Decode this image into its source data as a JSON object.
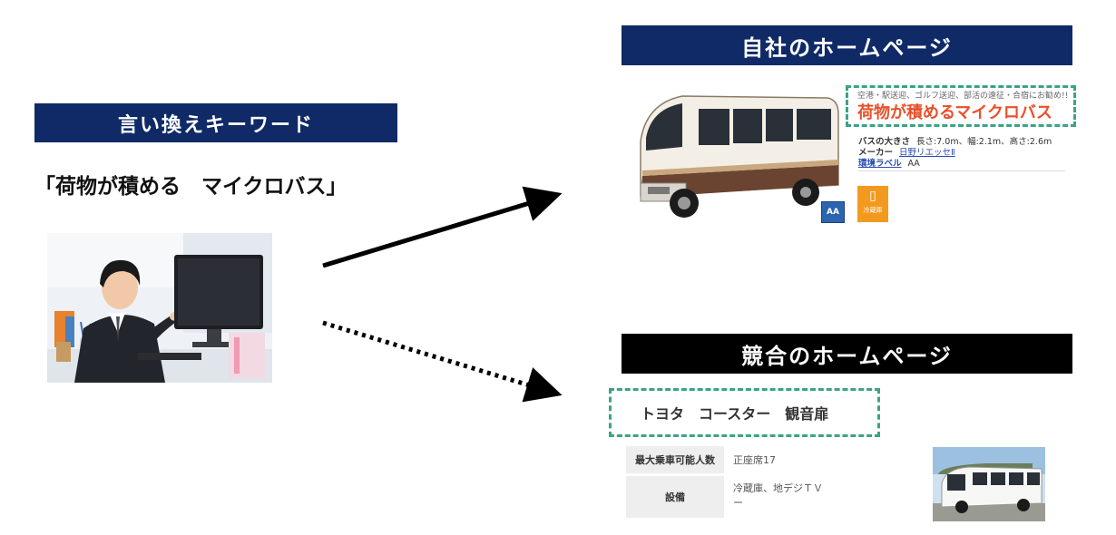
{
  "left": {
    "banner": "言い換えキーワード",
    "keyword": "「荷物が積める　マイクロバス」"
  },
  "own": {
    "banner": "自社のホームページ",
    "tagline": "空港・駅送迎、ゴルフ送迎、部活の遠征・合宿にお勧め!!",
    "headline": "荷物が積めるマイクロバス",
    "specs": [
      {
        "key": "バスの大きさ",
        "value": "長さ:7.0m、幅:2.1m、高さ:2.6m"
      },
      {
        "key": "メーカー",
        "value": "日野リエッセⅡ"
      },
      {
        "key": "環境ラベル",
        "value": "AA"
      }
    ],
    "aa_badge": "AA",
    "fridge_label": "冷蔵庫"
  },
  "competitor": {
    "banner": "競合のホームページ",
    "title": "トヨタ　コースター　観音扉",
    "table": [
      {
        "header": "最大乗車可能人数",
        "value": "正座席17"
      },
      {
        "header": "設備",
        "value": "冷蔵庫、地デジＴＶ"
      },
      {
        "header": "",
        "value": "ー"
      }
    ]
  },
  "colors": {
    "navy": "#0f2a66",
    "black": "#000000",
    "dashed_green": "#3aa386",
    "headline_orange": "#e8502a",
    "fridge_orange": "#f39a1e"
  },
  "icons": [
    "office-worker-photo",
    "microbus-photo",
    "aa-label-icon",
    "refrigerator-icon",
    "arrow-solid",
    "arrow-dotted"
  ]
}
